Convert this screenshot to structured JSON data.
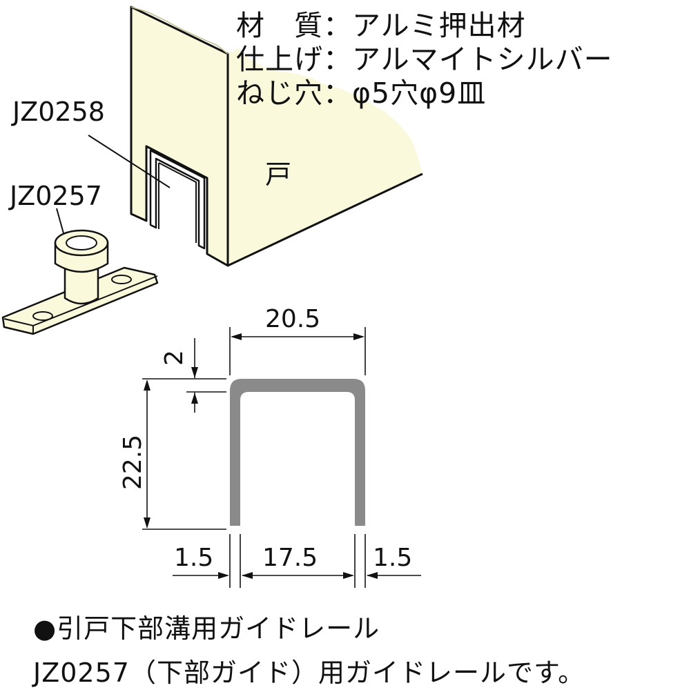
{
  "specs": [
    {
      "label": "材　質",
      "value": "アルミ押出材"
    },
    {
      "label": "仕上げ",
      "value": "アルマイトシルバー"
    },
    {
      "label": "ねじ穴",
      "value": "φ5穴φ9皿"
    }
  ],
  "spec_separator": "：",
  "parts": {
    "rail": "JZ0258",
    "guide": "JZ0257",
    "door": "戸"
  },
  "dimensions": {
    "width": "20.5",
    "thickness": "2",
    "height": "22.5",
    "wall_left": "1.5",
    "inner": "17.5",
    "wall_right": "1.5"
  },
  "footer": {
    "line1": "●引戸下部溝用ガイドレール",
    "line2": "JZ0257（下部ガイド）用ガイドレールです。"
  },
  "colors": {
    "cream": "#fbf9dc",
    "line": "#111111",
    "profile": "#8a8a8a"
  }
}
